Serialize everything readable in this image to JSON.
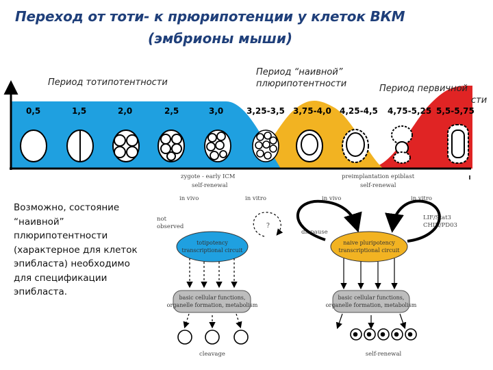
{
  "title": {
    "line1": "Переход от тоти- к прюрипотенции  у клеток ВКМ",
    "line2": "(эмбрионы мыши)"
  },
  "periods": {
    "totipotency": "Период тотипотентности",
    "naive_line1": "Период “наивной”",
    "naive_line2": "плюрипотентности",
    "primed_line1": "Период первичной",
    "primed_line2": "сти"
  },
  "stages": [
    "0,5",
    "1,5",
    "2,0",
    "2,5",
    "3,0",
    "3,25-3,5",
    "3,75-4,0",
    "4,25-4,5",
    "4,75-5,25",
    "5,5-5,75"
  ],
  "axis_labels": {
    "left_stage": "zygote - early ICM",
    "left_sub": "self-renewal",
    "right_stage": "preimplantation epiblast",
    "right_sub": "self-renewal"
  },
  "left_scheme": {
    "in_vivo": "in vivo",
    "in_vitro": "in vitro",
    "not_observed_1": "not",
    "not_observed_2": "observed",
    "question": "?",
    "circuit_1": "totipotency",
    "circuit_2": "transcriptional circuit",
    "functions_1": "basic cellular functions,",
    "functions_2": "organelle formation, metabolism",
    "bottom": "cleavage"
  },
  "right_scheme": {
    "in_vivo": "in vivo",
    "in_vitro": "in vitro",
    "diapause": "diapause",
    "factors_1": "LIF/Stat3",
    "factors_2": "CHIR/PD03",
    "circuit_1": "naive pluripotency",
    "circuit_2": "transcriptional circuit",
    "functions_1": "basic cellular functions,",
    "functions_2": "organelle formation, metabolism",
    "bottom": "self-renewal"
  },
  "note": "Возможно, состояние “наивной” плюрипотентности (характерное для клеток эпибласта) необходимо для спецификации эпибласта.",
  "colors": {
    "totipotency_band": "#1fa0e0",
    "naive_band": "#f2b322",
    "primed_band": "#e02424",
    "left_circuit": "#1fa0e0",
    "right_circuit": "#f2b322",
    "functions_box": "#bdbdbd",
    "title": "#1f3f7a"
  }
}
